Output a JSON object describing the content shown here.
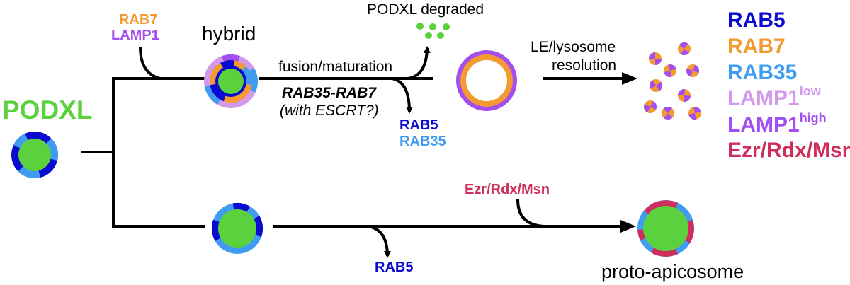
{
  "colors": {
    "green": "#5bd13e",
    "dark_blue": "#0a0ad0",
    "light_blue": "#3f9cf0",
    "orange": "#f39a30",
    "light_purple": "#d39aeb",
    "purple": "#a44ef0",
    "crimson": "#cf2d5c",
    "black": "#000000"
  },
  "labels": {
    "podxl": "PODXL",
    "hybrid": "hybrid",
    "rab7_top": "RAB7",
    "lamp1_top": "LAMP1",
    "podxl_degraded": "PODXL degraded",
    "fusion_maturation": "fusion/maturation",
    "rab35_rab7": "RAB35-RAB7",
    "with_escrt": "(with ESCRT?)",
    "rab5_mid": "RAB5",
    "rab35_mid": "RAB35",
    "le_lysosome": "LE/lysosome",
    "resolution": "resolution",
    "ezr_bottom": "Ezr/Rdx/Msn",
    "rab5_bottom": "RAB5",
    "proto_apicosome": "proto-apicosome"
  },
  "legend": [
    {
      "key": "rab5",
      "text": "RAB5",
      "sup": "",
      "color": "#0a0ad0"
    },
    {
      "key": "rab7",
      "text": "RAB7",
      "sup": "",
      "color": "#f39a30"
    },
    {
      "key": "rab35",
      "text": "RAB35",
      "sup": "",
      "color": "#3f9cf0"
    },
    {
      "key": "lamp1-low",
      "text": "LAMP1",
      "sup": "low",
      "color": "#d39aeb"
    },
    {
      "key": "lamp1-high",
      "text": "LAMP1",
      "sup": "high",
      "color": "#a44ef0"
    },
    {
      "key": "ezr",
      "text": "Ezr/Rdx/Msn",
      "sup": "",
      "color": "#cf2d5c"
    }
  ]
}
